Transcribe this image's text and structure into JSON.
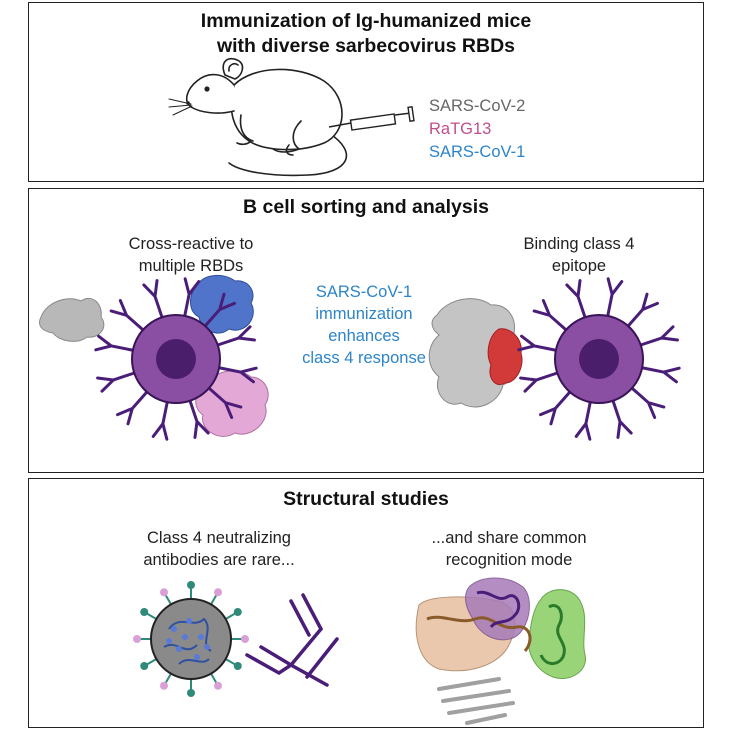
{
  "panel1": {
    "title_line1": "Immunization of Ig-humanized mice",
    "title_line2": "with diverse sarbecovirus RBDs",
    "strains": [
      {
        "label": "SARS-CoV-2",
        "color": "#666666"
      },
      {
        "label": "RaTG13",
        "color": "#c0508a"
      },
      {
        "label": "SARS-CoV-1",
        "color": "#2d84c9"
      }
    ]
  },
  "panel2": {
    "title": "B cell sorting and analysis",
    "left_caption_line1": "Cross-reactive to",
    "left_caption_line2": "multiple RBDs",
    "center_line1": "SARS-CoV-1",
    "center_line2": "immunization",
    "center_line3": "enhances",
    "center_line4": "class 4 response",
    "center_color": "#2d84c9",
    "right_caption_line1": "Binding class 4",
    "right_caption_line2": "epitope"
  },
  "panel3": {
    "title": "Structural studies",
    "left_caption_line1": "Class 4 neutralizing",
    "left_caption_line2": "antibodies are rare...",
    "right_caption_line1": "...and share common",
    "right_caption_line2": "recognition mode"
  },
  "colors": {
    "bcell_outer": "#8a4fa3",
    "bcell_inner": "#4a1e6b",
    "antibody": "#4a1e78",
    "rbd_gray": "#b8b8b8",
    "rbd_blue": "#4f74c9",
    "rbd_pink": "#e3a8d6",
    "epitope_red": "#d23a3a"
  }
}
